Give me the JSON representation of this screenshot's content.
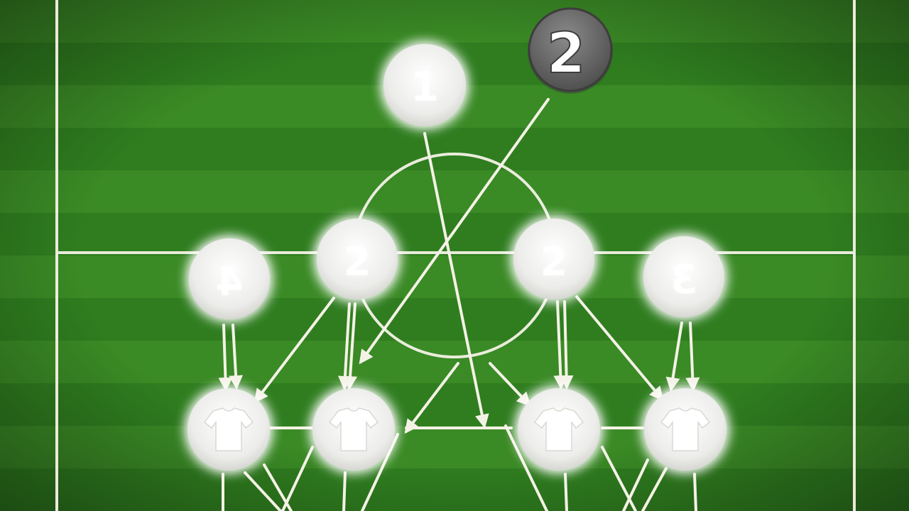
{
  "colors": {
    "grass_dark": "#2a6e1c",
    "grass_light": "#3f8f27",
    "line": "#f4f2e6",
    "node_fill": "#f2f2f0",
    "node_text": "#ffffff",
    "badge_fill": "#6e6e6e",
    "badge_text": "#ffffff"
  },
  "badge": {
    "label": "2"
  },
  "nodes": [
    {
      "id": "n1",
      "label": "1",
      "icon": "number"
    },
    {
      "id": "n2a",
      "label": "2",
      "icon": "number"
    },
    {
      "id": "n2b",
      "label": "2",
      "icon": "number"
    },
    {
      "id": "n4",
      "label": "4",
      "icon": "number-mirrored"
    },
    {
      "id": "n3",
      "label": "3",
      "icon": "number-mirrored"
    },
    {
      "id": "j1",
      "label": "",
      "icon": "shirt-icon"
    },
    {
      "id": "j2",
      "label": "",
      "icon": "shirt-icon"
    },
    {
      "id": "j3",
      "label": "",
      "icon": "shirt-icon"
    },
    {
      "id": "j4",
      "label": "",
      "icon": "shirt-icon"
    }
  ]
}
